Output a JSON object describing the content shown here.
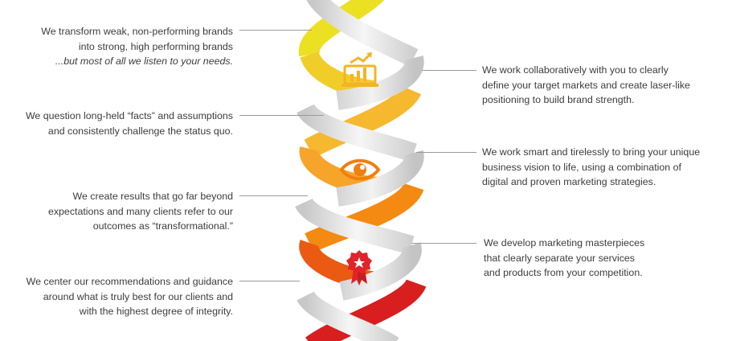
{
  "left_statements": [
    {
      "lines": [
        "We transform weak, non-performing brands",
        "into strong, high performing brands"
      ],
      "emphasis": "...but most of all we listen to your needs."
    },
    {
      "lines": [
        "We question long-held “facts” and assumptions",
        "and consistently challenge the status quo."
      ]
    },
    {
      "lines": [
        "We create results that go far beyond",
        "expectations and many clients refer to our",
        "outcomes as “transformational.”"
      ]
    },
    {
      "lines": [
        "We center our recommendations and guidance",
        "around what is truly best for our clients and",
        "with the highest degree of integrity."
      ]
    }
  ],
  "right_statements": [
    {
      "lines": [
        "We work collaboratively with you to clearly",
        "define your target markets and create laser-like",
        "positioning to build brand strength."
      ]
    },
    {
      "lines": [
        "We work smart and tirelessly to bring your unique",
        "business vision to life, using a combination of",
        "digital and proven marketing strategies."
      ]
    },
    {
      "lines": [
        "We develop marketing masterpieces",
        "that clearly separate your services",
        "and products from your competition."
      ]
    }
  ],
  "icons": [
    {
      "name": "growth-chart-icon",
      "color": "#f4b324"
    },
    {
      "name": "eye-icon",
      "color": "#f07f10"
    },
    {
      "name": "award-ribbon-icon",
      "color": "#e0242a"
    }
  ],
  "colors": {
    "yellow": "#ece022",
    "amber": "#f6b82e",
    "orange": "#f48a12",
    "red": "#d81e1e",
    "silver": "#e2e2e2",
    "connector": "#9a9a9a"
  }
}
